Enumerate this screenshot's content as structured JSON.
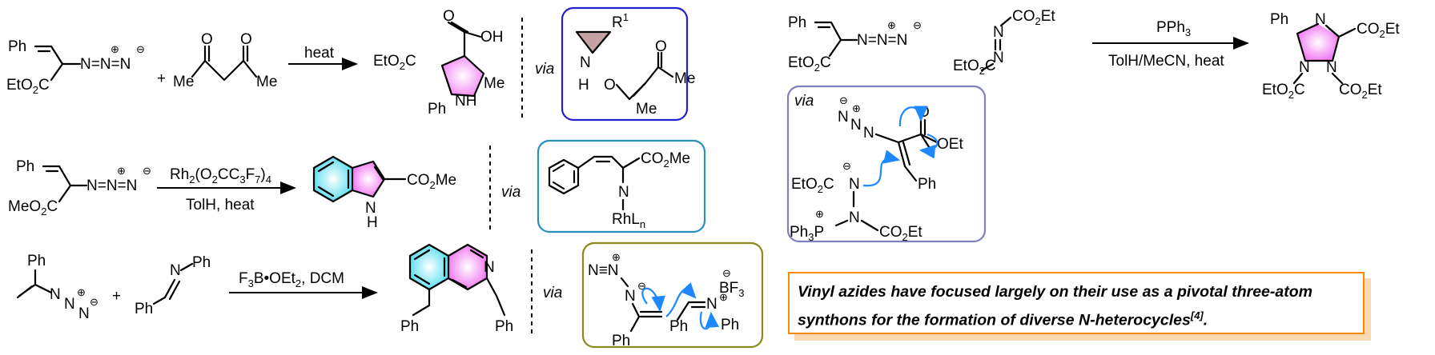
{
  "labels": {
    "via": "via",
    "ph": "Ph",
    "me": "Me",
    "nh": "NH",
    "n_h": "N",
    "h": "H",
    "n": "N",
    "o": "O",
    "oh": "OH",
    "b": "B",
    "p": "P",
    "et_o2c": "EtO",
    "meo2c": "MeO",
    "co2": "CO",
    "co2et_tail": "Et",
    "co2me_tail": "Me",
    "plus": "+",
    "minus": "−",
    "r1": "R",
    "bf3": "BF",
    "ph3": "Ph",
    "rhln": "RhL",
    "oet": "OEt",
    "azide": "N=N=N",
    "azide_vert": "N=N=N"
  },
  "reactions": [
    {
      "id": "pyrrole",
      "conditions_top": "heat",
      "conditions_bottom": ""
    },
    {
      "id": "indole",
      "conditions_top": "Rh2(O2CC3F7)4",
      "conditions_bottom": "TolH, heat"
    },
    {
      "id": "quinoline",
      "conditions_top": "F3B•OEt2, DCM",
      "conditions_bottom": ""
    },
    {
      "id": "triazoline",
      "conditions_top": "PPh3",
      "conditions_bottom": "TolH/MeCN, heat"
    }
  ],
  "summary": {
    "text": "Vinyl azides have focused largely on their use as a pivotal three-atom synthons for the formation of diverse N-heterocycles",
    "ref": "[4]",
    "tail": "."
  },
  "colors": {
    "box_pyrrole": "#2020d0",
    "box_indole": "#2a8fbf",
    "box_quinoline": "#8a8a1e",
    "box_triazoline": "#8080c0",
    "summary_border": "#ff8a00",
    "arrow_blue": "#1e88ff",
    "magenta": "#f27ef2",
    "cyan": "#5fe0f0"
  }
}
